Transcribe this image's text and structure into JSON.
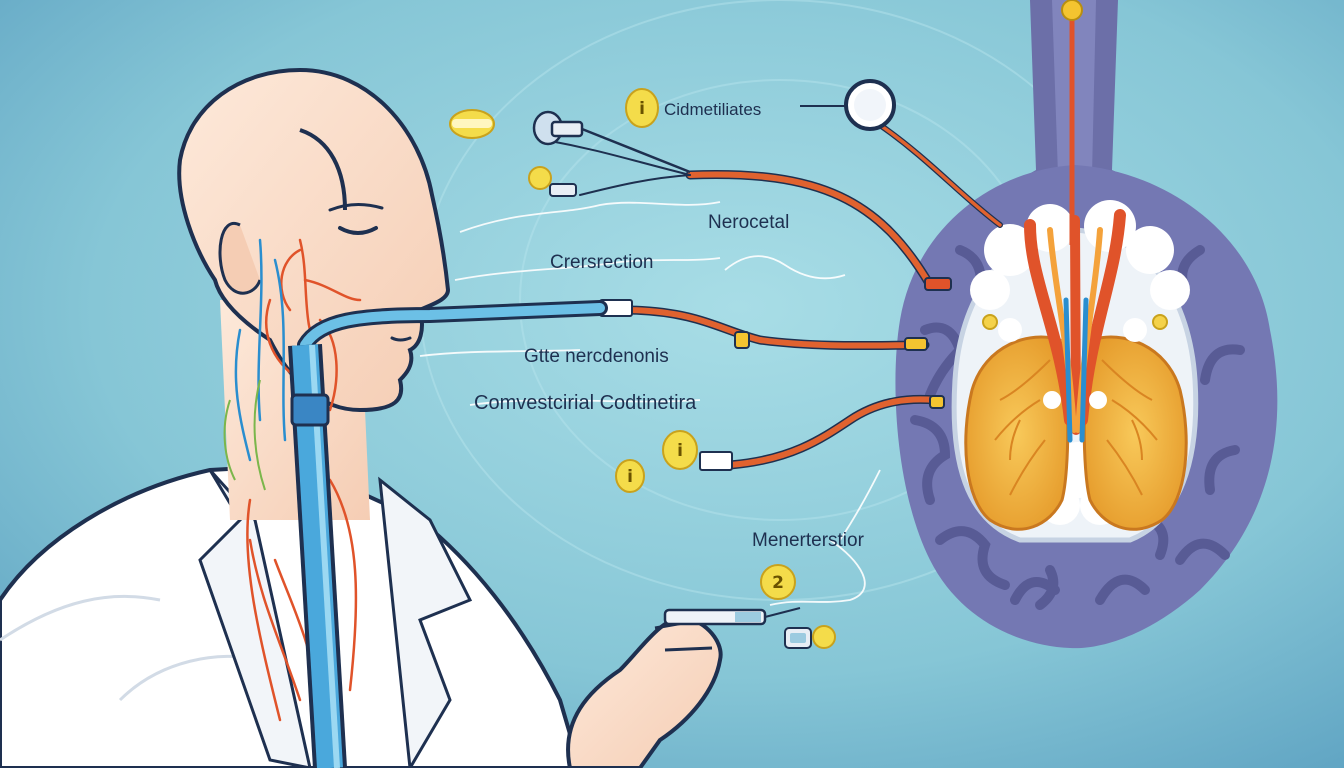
{
  "labels": {
    "top": "Cidmetiliates",
    "nerve": "Nerocetal",
    "center": "Crersrection",
    "neck": "Gtte nercdenonis",
    "main": "Comvestcirial Codtinetira",
    "lower": "Menerterstior"
  },
  "badges": {
    "top": "i",
    "mid": "i",
    "left": "i",
    "bottom": "2"
  },
  "colors": {
    "background": "#8ccbd9",
    "brain_outer": "#7276b0",
    "lung": "#f2b63d",
    "artery": "#e0532a",
    "vein": "#2a8ecf",
    "coat": "#ffffff",
    "skin": "#fbe2d0",
    "badge": "#f4dc4a"
  },
  "icons": [
    "stethoscope-chestpiece-icon",
    "catheter-icon",
    "syringe-icon",
    "pulse-meter-icon"
  ]
}
